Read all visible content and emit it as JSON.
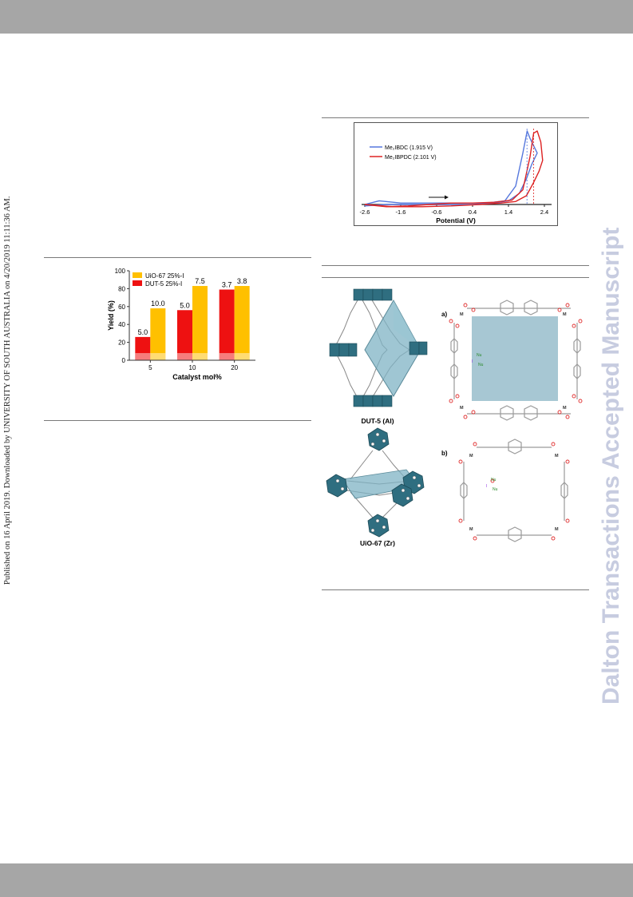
{
  "side_note": "Published on 16 April 2019. Downloaded by UNIVERSITY OF SOUTH AUSTRALIA on 4/20/2019 11:11:36 AM.",
  "watermark": "Dalton Transactions Accepted Manuscript",
  "bar_chart": {
    "legend": [
      "UiO-67 25%-I",
      "DUT-5  25%-I"
    ],
    "ylabel": "Yield (%)",
    "xlabel": "Catalyst mol%",
    "y_ticks": [
      "0",
      "20",
      "40",
      "60",
      "80",
      "100"
    ]
  },
  "cv_plot": {
    "xlabel": "Potential (V)",
    "x_ticks": [
      "-2.6",
      "-1.6",
      "-0.6",
      "0.4",
      "1.4",
      "2.4"
    ],
    "legend_1": "Me₂IBDC (1.915 V)",
    "legend_2": "Me₂IBPDC (2.101 V)"
  },
  "mof_figure": {
    "label_dut": "DUT-5 (Al)",
    "label_uio": "UiO-67 (Zr)",
    "panel_a": "a)",
    "panel_b": "b)",
    "nu": "Nu",
    "m": "M",
    "i": "I"
  },
  "chart_data": [
    {
      "type": "bar",
      "categories": [
        "5",
        "10",
        "20"
      ],
      "series": [
        {
          "name": "DUT-5  25%-I",
          "values": [
            26,
            56,
            79
          ],
          "labels": [
            "5.0",
            "5.0",
            "3.7"
          ],
          "color": "#ee1111"
        },
        {
          "name": "UiO-67 25%-I",
          "values": [
            58,
            83,
            83
          ],
          "labels": [
            "10.0",
            "7.5",
            "3.8"
          ],
          "color": "#ffc000"
        }
      ],
      "xlabel": "Catalyst mol%",
      "ylabel": "Yield (%)",
      "ylim": [
        0,
        100
      ],
      "legend": "top-left"
    },
    {
      "type": "line",
      "xlabel": "Potential (V)",
      "xlim": [
        -2.6,
        2.6
      ],
      "series": [
        {
          "name": "Me₂IBDC (1.915 V)",
          "color": "#5577dd",
          "x": [
            -2.6,
            -2.2,
            -1.6,
            -1.0,
            -0.4,
            0.2,
            0.8,
            1.3,
            1.6,
            1.8,
            1.92,
            2.0,
            2.1,
            2.2,
            2.05,
            1.9,
            1.7,
            1.4,
            1.0,
            0.4,
            -0.4,
            -1.2,
            -2.0,
            -2.6
          ],
          "y": [
            0.0,
            0.05,
            0.02,
            0.02,
            0.02,
            0.02,
            0.02,
            0.05,
            0.25,
            0.7,
            1.0,
            0.9,
            0.8,
            0.7,
            0.55,
            0.35,
            0.15,
            0.05,
            0.02,
            0.0,
            0.0,
            0.0,
            0.0,
            -0.02
          ]
        },
        {
          "name": "Me₂IBPDC (2.101 V)",
          "color": "#dd2222",
          "x": [
            -2.6,
            -2.0,
            -1.4,
            -0.8,
            -0.2,
            0.4,
            1.0,
            1.5,
            1.8,
            2.0,
            2.1,
            2.2,
            2.3,
            2.35,
            2.25,
            2.1,
            1.9,
            1.6,
            1.2,
            0.6,
            -0.2,
            -1.0,
            -1.8,
            -2.6
          ],
          "y": [
            0.0,
            -0.03,
            -0.02,
            0.0,
            0.02,
            0.02,
            0.03,
            0.06,
            0.2,
            0.65,
            0.97,
            1.0,
            0.85,
            0.6,
            0.45,
            0.3,
            0.12,
            0.04,
            0.02,
            0.0,
            -0.02,
            -0.03,
            -0.03,
            0.0
          ]
        }
      ],
      "markers": [
        1.915,
        2.101
      ]
    }
  ]
}
